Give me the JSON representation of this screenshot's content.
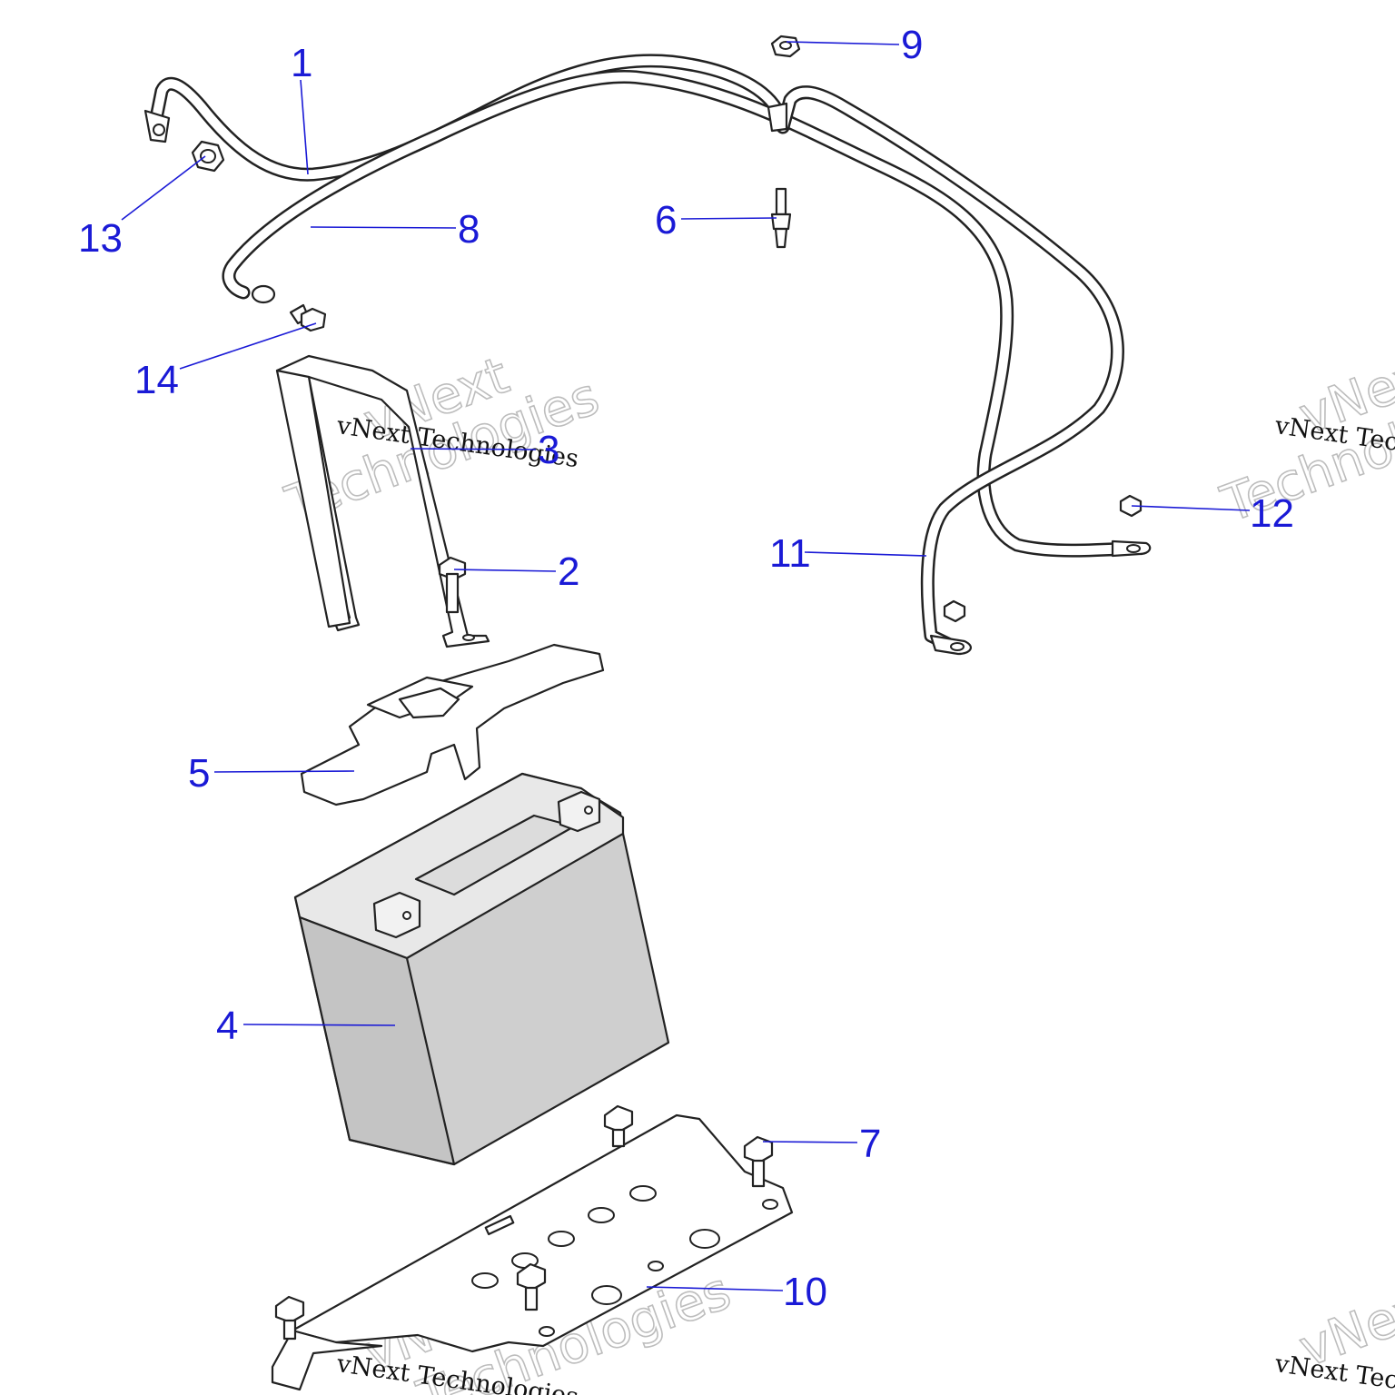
{
  "diagram": {
    "callouts": [
      {
        "id": "1",
        "label": "1"
      },
      {
        "id": "2",
        "label": "2"
      },
      {
        "id": "3",
        "label": "3"
      },
      {
        "id": "4",
        "label": "4"
      },
      {
        "id": "5",
        "label": "5"
      },
      {
        "id": "6",
        "label": "6"
      },
      {
        "id": "7",
        "label": "7"
      },
      {
        "id": "8",
        "label": "8"
      },
      {
        "id": "9",
        "label": "9"
      },
      {
        "id": "10",
        "label": "10"
      },
      {
        "id": "11",
        "label": "11"
      },
      {
        "id": "12",
        "label": "12"
      },
      {
        "id": "13",
        "label": "13"
      },
      {
        "id": "14",
        "label": "14"
      }
    ],
    "watermarks": {
      "small": "vNext Technologies",
      "big_line1": "vNext",
      "big_line2": "Technologies"
    },
    "colors": {
      "callout": "#1a1ad6",
      "part_outline": "#222222",
      "battery_fill": "#cfcfcf"
    }
  }
}
